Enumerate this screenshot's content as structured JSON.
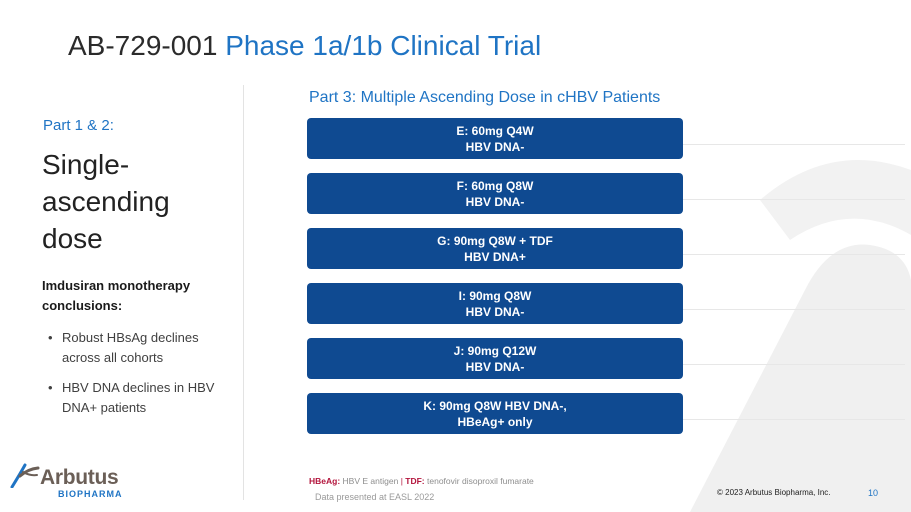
{
  "title": {
    "part_a": "AB-729-001",
    "part_b": "Phase 1a/1b Clinical Trial"
  },
  "left": {
    "subheading": "Part 1 & 2:",
    "heading": "Single-ascending dose",
    "conclusions_label": "Imdusiran monotherapy conclusions:",
    "bullets": [
      "Robust HBsAg declines across all cohorts",
      "HBV DNA declines in HBV DNA+ patients"
    ]
  },
  "part3": {
    "heading": "Part 3:  Multiple Ascending Dose in cHBV Patients",
    "cohorts": [
      {
        "line1": "E: 60mg Q4W",
        "line2": "HBV DNA-"
      },
      {
        "line1": "F: 60mg Q8W",
        "line2": "HBV DNA-"
      },
      {
        "line1": "G: 90mg Q8W + TDF",
        "line2": "HBV DNA+"
      },
      {
        "line1": "I: 90mg Q8W",
        "line2": "HBV DNA-"
      },
      {
        "line1": "J: 90mg Q12W",
        "line2": "HBV DNA-"
      },
      {
        "line1": "K: 90mg Q8W HBV DNA-,",
        "line2": "HBeAg+ only"
      }
    ]
  },
  "footnote": {
    "hbeag_key": "HBeAg:",
    "hbeag_def": "HBV E antigen",
    "separator": "|",
    "tdf_key": "TDF:",
    "tdf_def": "tenofovir disoproxil fumarate",
    "source": "Data presented at EASL 2022"
  },
  "logo": {
    "name": "Arbutus",
    "sub": "BIOPHARMA"
  },
  "copyright": "© 2023 Arbutus Biopharma, Inc.",
  "page_number": "10",
  "colors": {
    "accent_blue": "#1f74c4",
    "cohort_box": "#0f4a91",
    "footnote_red": "#b3143c",
    "logo_brown": "#6b5f57"
  }
}
